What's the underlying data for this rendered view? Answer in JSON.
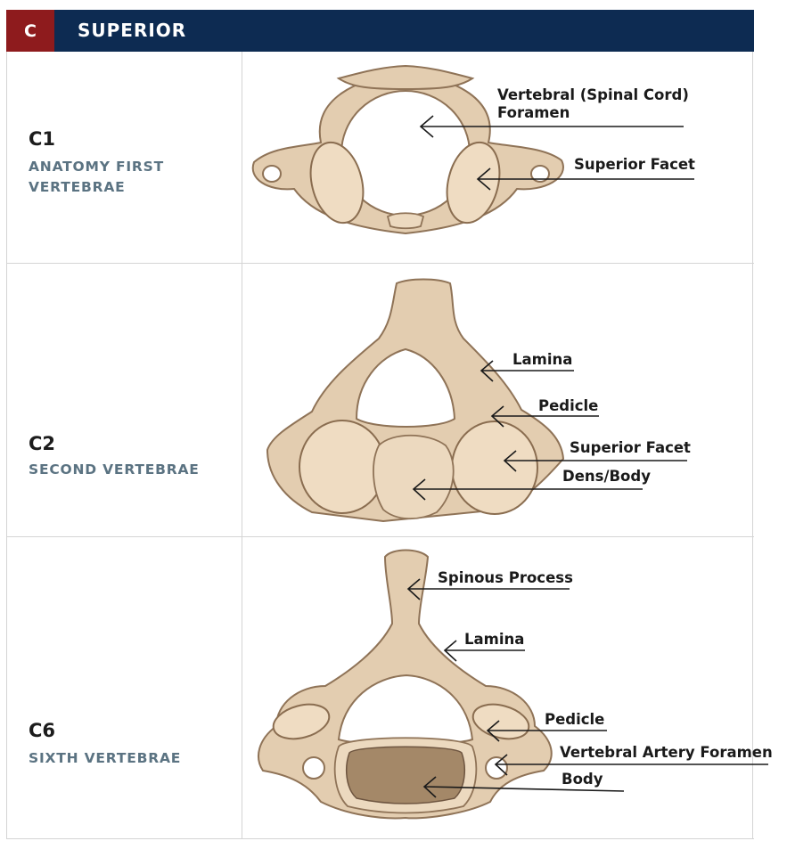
{
  "header": {
    "badge": "C",
    "title": "SUPERIOR"
  },
  "rows": [
    {
      "code": "C1",
      "subtitle": "ANATOMY FIRST VERTEBRAE",
      "labels": {
        "foramen_line1": "Vertebral (Spinal Cord)",
        "foramen_line2": "Foramen",
        "superior_facet": "Superior Facet"
      }
    },
    {
      "code": "C2",
      "subtitle": "SECOND VERTEBRAE",
      "labels": {
        "lamina": "Lamina",
        "pedicle": "Pedicle",
        "superior_facet": "Superior Facet",
        "dens_body": "Dens/Body"
      }
    },
    {
      "code": "C6",
      "subtitle": "SIXTH VERTEBRAE",
      "labels": {
        "spinous_process": "Spinous Process",
        "lamina": "Lamina",
        "pedicle": "Pedicle",
        "vertebral_artery_foramen": "Vertebral Artery Foramen",
        "body": "Body"
      }
    }
  ],
  "colors": {
    "header_bg": "#0d2b52",
    "badge_bg": "#8e1b1d",
    "subtitle": "#5b7382",
    "bone": "#e3cdb0"
  }
}
